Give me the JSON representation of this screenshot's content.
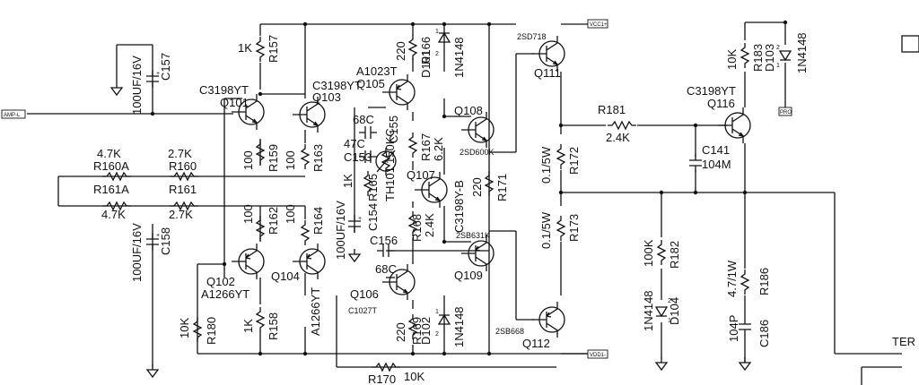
{
  "nets": {
    "vcc": "VCC1+",
    "vdd": "VDD1-",
    "input": "AMP-L",
    "protect": "PRO"
  },
  "partial_label": "TER",
  "transistors": {
    "Q101": {
      "ref": "Q101",
      "part": "C3198YT"
    },
    "Q102": {
      "ref": "Q102",
      "part": "A1266YT"
    },
    "Q103": {
      "ref": "Q103",
      "part": "C3198YT"
    },
    "Q104": {
      "ref": "Q104",
      "part": "A1266YT"
    },
    "Q105": {
      "ref": "Q105",
      "part": "A1023T"
    },
    "Q106": {
      "ref": "Q106",
      "part": "C1027T"
    },
    "Q107": {
      "ref": "Q107",
      "part": "C3198Y-B"
    },
    "Q108": {
      "ref": "Q108",
      "part": "2SD600K"
    },
    "Q109": {
      "ref": "Q109",
      "part": "2SB631K"
    },
    "Q111": {
      "ref": "Q111",
      "part": "2SD718"
    },
    "Q112": {
      "ref": "Q112",
      "part": "2SB668"
    },
    "Q116": {
      "ref": "Q116",
      "part": "C3198YT"
    }
  },
  "resistors": {
    "R157": {
      "ref": "R157",
      "value": "1K"
    },
    "R158": {
      "ref": "R158",
      "value": "1K"
    },
    "R159": {
      "ref": "R159",
      "value": "100"
    },
    "R160": {
      "ref": "R160",
      "value": "2.7K"
    },
    "R160A": {
      "ref": "R160A",
      "value": "4.7K"
    },
    "R161": {
      "ref": "R161",
      "value": "2.7K"
    },
    "R161A": {
      "ref": "R161A",
      "value": "4.7K"
    },
    "R162": {
      "ref": "R162",
      "value": "100"
    },
    "R163": {
      "ref": "R163",
      "value": "100"
    },
    "R164": {
      "ref": "R164",
      "value": "100"
    },
    "R165": {
      "ref": "R165",
      "value": "1K"
    },
    "R166": {
      "ref": "R166",
      "value": "220"
    },
    "R167": {
      "ref": "R167",
      "value": "6.2K"
    },
    "R168": {
      "ref": "R168",
      "value": "2.4K"
    },
    "R169": {
      "ref": "R169",
      "value": "220"
    },
    "R170": {
      "ref": "R170",
      "value": "10K"
    },
    "R171": {
      "ref": "R171",
      "value": "220"
    },
    "R172": {
      "ref": "R172",
      "value": "0.1/5W"
    },
    "R173": {
      "ref": "R173",
      "value": "0.1/5W"
    },
    "R180": {
      "ref": "R180",
      "value": "10K"
    },
    "R181": {
      "ref": "R181",
      "value": "2.4K"
    },
    "R182": {
      "ref": "R182",
      "value": "100K"
    },
    "R183": {
      "ref": "R183",
      "value": "10K"
    },
    "R186": {
      "ref": "R186",
      "value": "4.7/1W"
    }
  },
  "capacitors": {
    "C141": {
      "ref": "C141",
      "value": "104M"
    },
    "C153": {
      "ref": "C153",
      "value": "47C"
    },
    "C154": {
      "ref": "C154",
      "value": "100UF/16V"
    },
    "C155": {
      "ref": "C155",
      "value": "68C"
    },
    "C156": {
      "ref": "C156",
      "value": "68C"
    },
    "C157": {
      "ref": "C157",
      "value": "100UF/16V"
    },
    "C158": {
      "ref": "C158",
      "value": "100UF/16V"
    },
    "C186": {
      "ref": "C186",
      "value": "104P"
    }
  },
  "diodes": {
    "D101": {
      "ref": "D101",
      "part": "1N4148"
    },
    "D102": {
      "ref": "D102",
      "part": "1N4148"
    },
    "D103": {
      "ref": "D103",
      "part": "1N4148"
    },
    "D104": {
      "ref": "D104",
      "part": "1N4148"
    }
  },
  "thermistor": {
    "ref": "TH101",
    "value": "150KC"
  },
  "pins": {
    "one": "1",
    "two": "2"
  }
}
